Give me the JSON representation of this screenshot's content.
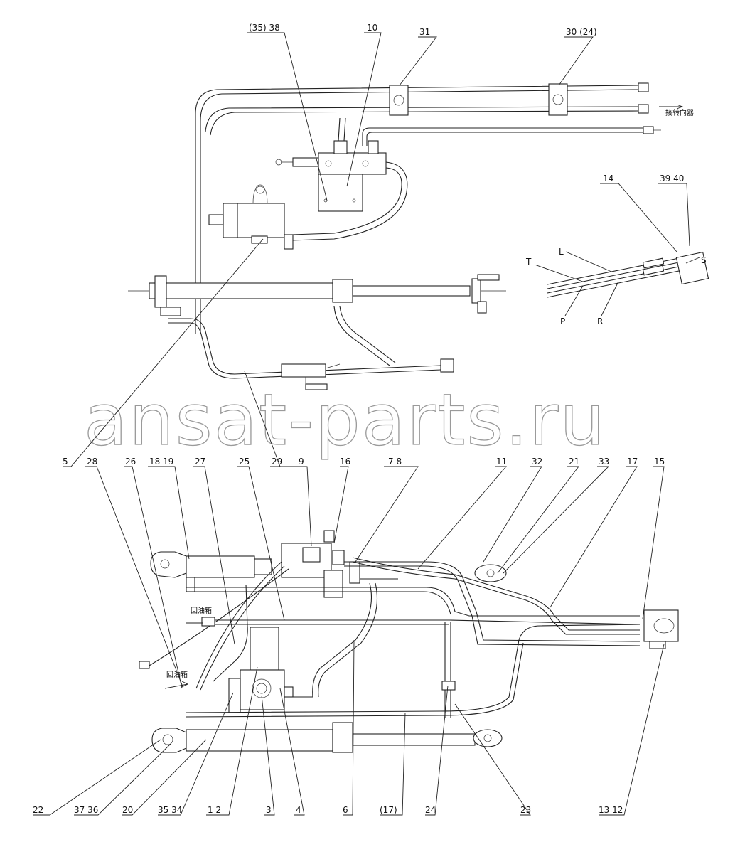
{
  "watermark": "ansat-parts.ru",
  "callouts": {
    "c35_38": "(35) 38",
    "c10": "10",
    "c31": "31",
    "c30_24": "30 (24)",
    "c14": "14",
    "c39_40": "39 40",
    "c5": "5",
    "c29": "29",
    "c28": "28",
    "c26": "26",
    "c18_19": "18 19",
    "c27": "27",
    "c25": "25",
    "c9": "9",
    "c16": "16",
    "c7_8": "7 8",
    "c11": "11",
    "c32": "32",
    "c21": "21",
    "c33": "33",
    "c17": "17",
    "c15": "15",
    "c22": "22",
    "c37_36": "37 36",
    "c20": "20",
    "c35_34": "35 34",
    "c1_2": "1 2",
    "c3": "3",
    "c4": "4",
    "c6": "6",
    "c17b": "(17)",
    "c24": "24",
    "c23": "23",
    "c13_12": "13 12"
  },
  "labels": {
    "to_steering": "接转向器",
    "return_tank_1": "回油箱",
    "return_tank_2": "回油箱",
    "T": "T",
    "L": "L",
    "S": "S",
    "P": "P",
    "R": "R"
  }
}
